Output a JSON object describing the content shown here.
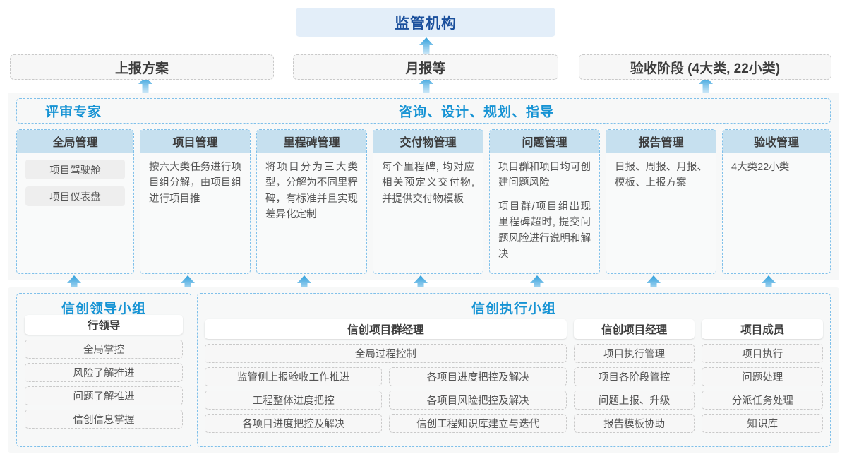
{
  "top": {
    "regulator": "监管机构",
    "reports": [
      {
        "label": "上报方案"
      },
      {
        "label": "月报等"
      },
      {
        "label": "验收阶段 (4大类, 22小类)"
      }
    ]
  },
  "consult": {
    "expert_label": "评审专家",
    "guide_label": "咨询、设计、规划、指导",
    "columns": [
      {
        "title": "全局管理",
        "chips": [
          "项目驾驶舱",
          "项目仪表盘"
        ],
        "paragraphs": []
      },
      {
        "title": "项目管理",
        "chips": [],
        "paragraphs": [
          "按六大类任务进行项目组分解，由项目组进行项目推"
        ]
      },
      {
        "title": "里程碑管理",
        "chips": [],
        "paragraphs": [
          "将项目分为三大类型，分解为不同里程碑，有标准并且实现差异化定制"
        ]
      },
      {
        "title": "交付物管理",
        "chips": [],
        "paragraphs": [
          "每个里程碑, 均对应相关预定义交付物, 并提供交付物模板"
        ]
      },
      {
        "title": "问题管理",
        "chips": [],
        "paragraphs": [
          "项目群和项目均可创建问题风险",
          "项目群/项目组出现里程碑超时, 提交问题风险进行说明和解决"
        ]
      },
      {
        "title": "报告管理",
        "chips": [],
        "paragraphs": [
          "日报、周报、月报、模板、上报方案"
        ]
      },
      {
        "title": "验收管理",
        "chips": [],
        "paragraphs": [
          "4大类22小类"
        ]
      }
    ]
  },
  "bottom": {
    "leader_group": {
      "title": "信创领导小组",
      "role": "行领导",
      "tasks": [
        "全局掌控",
        "风险了解推进",
        "问题了解推进",
        "信创信息掌握"
      ]
    },
    "exec_group": {
      "title": "信创执行小组",
      "program_manager": {
        "role": "信创项目群经理",
        "full_task": "全局过程控制",
        "left_tasks": [
          "监管侧上报验收工作推进",
          "工程整体进度把控",
          "各项目进度把控及解决"
        ],
        "right_tasks": [
          "各项目进度把控及解决",
          "各项目风险把控及解决",
          "信创工程知识库建立与迭代"
        ]
      },
      "project_manager": {
        "role": "信创项目经理",
        "tasks": [
          "项目执行管理",
          "项目各阶段管控",
          "问题上报、升级",
          "报告模板协助"
        ]
      },
      "member": {
        "role": "项目成员",
        "tasks": [
          "项目执行",
          "问题处理",
          "分派任务处理",
          "知识库"
        ]
      }
    }
  },
  "colors": {
    "accent_blue": "#1693d4",
    "deep_blue": "#1a4f9c",
    "panel_bg": "#f7f8f8",
    "col_title_bg": "#c6e0ef",
    "dash_blue": "#7fc0ea",
    "arrow_top": "#2f9fdc",
    "arrow_bottom": "#bfe2f6"
  },
  "icons": {
    "arrow_up": "arrow-up-icon"
  }
}
